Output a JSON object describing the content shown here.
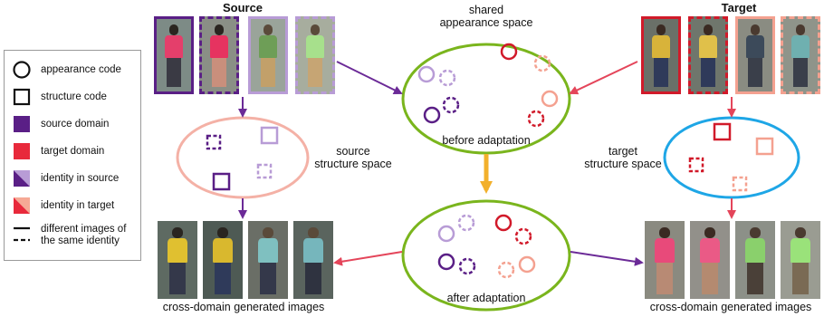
{
  "titles": {
    "source": "Source",
    "target": "Target"
  },
  "spaces": {
    "shared_line1": "shared",
    "shared_line2": "appearance space",
    "before": "before adaptation",
    "after": "after adaptation",
    "source_struct_line1": "source",
    "source_struct_line2": "structure space",
    "target_struct_line1": "target",
    "target_struct_line2": "structure space"
  },
  "captions": {
    "left": "cross-domain generated images",
    "right": "cross-domain generated images"
  },
  "legend": [
    {
      "symbol": "circle-outline-icon",
      "label": "appearance code"
    },
    {
      "symbol": "square-outline-icon",
      "label": "structure code"
    },
    {
      "symbol": "purple-square-icon",
      "label": "source domain"
    },
    {
      "symbol": "red-square-icon",
      "label": "target domain"
    },
    {
      "symbol": "purple-split-icon",
      "label": "identity in source"
    },
    {
      "symbol": "red-split-icon",
      "label": "identity in target"
    },
    {
      "symbol": "solid-dashed-lines-icon",
      "label_line1": "different images of",
      "label_line2": "the same identity"
    }
  ],
  "colors": {
    "source_dark": "#5a1f86",
    "source_light": "#b89cd6",
    "target_dark": "#d11a2a",
    "target_light": "#f4a190",
    "shared_green": "#7ab51d",
    "target_blue": "#1ea6e6",
    "source_pink": "#f4b1a6",
    "adapt_arrow": "#f2b02c"
  }
}
